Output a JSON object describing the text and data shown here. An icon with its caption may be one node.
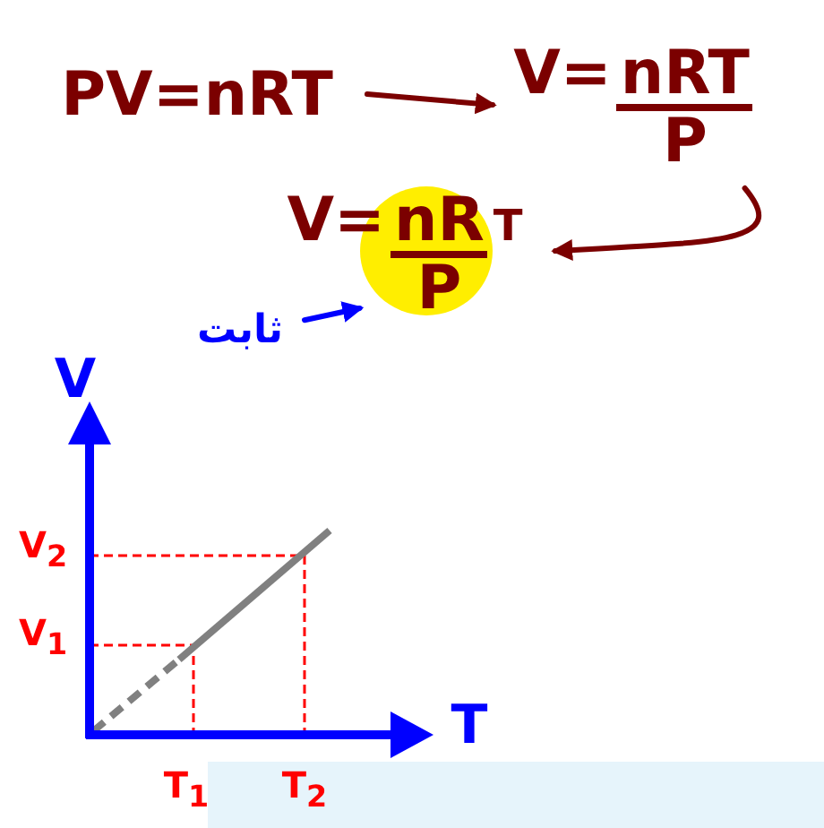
{
  "diagram": {
    "nodes": [
      {
        "text": [
          "PV=nRT"
        ]
      },
      {
        "text": [
          "nRT",
          "V=",
          "P"
        ]
      },
      {
        "text": [
          "nR",
          "V=",
          "T",
          "P"
        ]
      },
      {
        "text": [
          "ثابت"
        ]
      }
    ],
    "edges": [
      {
        "from": 0,
        "to": 1,
        "arrow": "to"
      },
      {
        "from": 1,
        "to": 2,
        "arrow": "to"
      },
      {
        "from": 3,
        "to": 2,
        "arrow": "to",
        "color": "#0000ff"
      }
    ],
    "labels": [
      "V",
      "T",
      "V$_{2}$",
      "V$_{1}$",
      "T$_{1}$",
      "T$_{2}$"
    ]
  }
}
